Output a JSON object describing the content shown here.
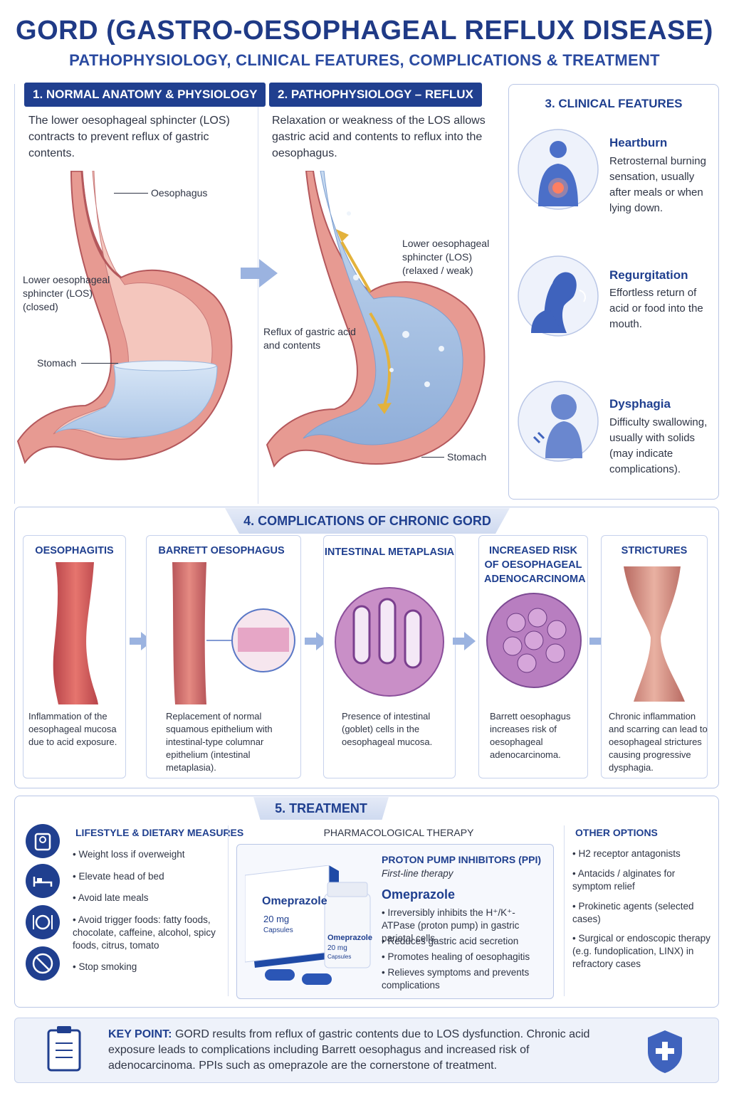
{
  "header": {
    "title": "GORD (GASTRO-OESOPHAGEAL REFLUX DISEASE)",
    "subtitle": "PATHOPHYSIOLOGY, CLINICAL FEATURES, COMPLICATIONS & TREATMENT"
  },
  "section1": {
    "badge": "1. NORMAL ANATOMY & PHYSIOLOGY",
    "text": "The lower oesophageal sphincter (LOS) contracts to prevent reflux of gastric contents.",
    "labels": {
      "oesophagus": "Oesophagus",
      "los": "Lower oesophageal sphincter (LOS) (closed)",
      "stomach": "Stomach"
    }
  },
  "section2": {
    "badge": "2. PATHOPHYSIOLOGY – REFLUX",
    "text": "Relaxation or weakness of the LOS allows gastric acid and contents to reflux into the oesophagus.",
    "labels": {
      "los": "Lower oesophageal sphincter (LOS) (relaxed / weak)",
      "reflux": "Reflux of gastric acid and contents",
      "stomach": "Stomach"
    }
  },
  "section3": {
    "heading": "3. CLINICAL FEATURES",
    "features": [
      {
        "title": "Heartburn",
        "desc": "Retrosternal burning sensation, usually after meals or when lying down."
      },
      {
        "title": "Regurgitation",
        "desc": "Effortless return of acid or food into the mouth."
      },
      {
        "title": "Dysphagia",
        "desc": "Difficulty swallowing, usually with solids (may indicate complications)."
      }
    ]
  },
  "section4": {
    "banner": "4. COMPLICATIONS OF CHRONIC GORD",
    "cards": [
      {
        "title": "OESOPHAGITIS",
        "desc": "Inflammation of the oesophageal mucosa due to acid exposure."
      },
      {
        "title": "BARRETT OESOPHAGUS",
        "desc": "Replacement of normal squamous epithelium with intestinal-type columnar epithelium (intestinal metaplasia)."
      },
      {
        "title": "INTESTINAL METAPLASIA",
        "desc": "Presence of intestinal (goblet) cells in the oesophageal mucosa."
      },
      {
        "title": "INCREASED RISK OF OESOPHAGEAL ADENOCARCINOMA",
        "desc": "Barrett oesophagus increases risk of oesophageal adenocarcinoma."
      },
      {
        "title": "STRICTURES",
        "desc": "Chronic inflammation and scarring can lead to oesophageal strictures causing progressive dysphagia."
      }
    ]
  },
  "section5": {
    "banner": "5. TREATMENT",
    "lifestyle": {
      "heading": "LIFESTYLE & DIETARY MEASURES",
      "items": [
        "• Weight loss if overweight",
        "• Elevate head of bed",
        "• Avoid late meals",
        "• Avoid trigger foods: fatty foods, chocolate, caffeine, alcohol, spicy foods, citrus, tomato",
        "• Stop smoking"
      ]
    },
    "pharma": {
      "heading": "PHARMACOLOGICAL THERAPY",
      "box_title": "PROTON PUMP INHIBITORS (PPI)",
      "box_sub": "First-line therapy",
      "drug": "Omeprazole",
      "items": [
        "• Irreversibly inhibits the H⁺/K⁺-ATPase (proton pump) in gastric parietal cells",
        "• Reduces gastric acid secretion",
        "• Promotes healing of oesophagitis",
        "• Relieves symptoms and prevents complications"
      ],
      "pack_name": "Omeprazole",
      "pack_dose": "20 mg",
      "pack_form": "Capsules",
      "bottle_name": "Omeprazole",
      "bottle_dose": "20 mg",
      "bottle_form": "Capsules"
    },
    "other": {
      "heading": "OTHER OPTIONS",
      "items": [
        "• H2 receptor antagonists",
        "• Antacids / alginates for symptom relief",
        "• Prokinetic agents (selected cases)",
        "• Surgical or endoscopic therapy (e.g. fundoplication, LINX) in refractory cases"
      ]
    }
  },
  "key_point": {
    "label": "KEY POINT:",
    "text": " GORD results from reflux of gastric contents due to LOS dysfunction. Chronic acid exposure leads to complications including Barrett oesophagus and increased risk of adenocarcinoma. PPIs such as omeprazole are the cornerstone of treatment."
  }
}
